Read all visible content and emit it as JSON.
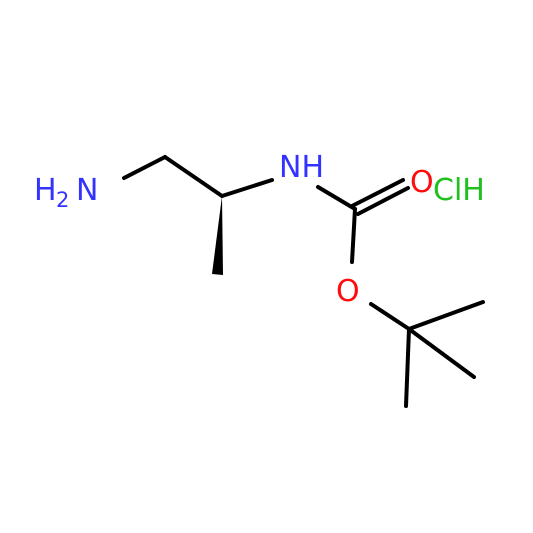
{
  "atoms": {
    "amine": {
      "element": "H",
      "subscript": "2",
      "symbol": "N"
    },
    "amide_n": "NH",
    "carbonyl_o": "O",
    "ester_o": "O",
    "salt": "ClH"
  },
  "colors": {
    "bond": "#000000",
    "nitrogen": "#3333ff",
    "oxygen": "#ff0d0d",
    "chlorine": "#1fc01f"
  }
}
